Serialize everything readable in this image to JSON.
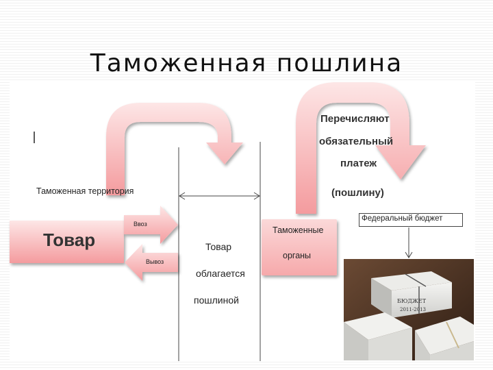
{
  "title": "Таможенная пошлина",
  "diagram": {
    "territory_label": "Таможенная территория",
    "goods_label": "Товар",
    "import_label": "Ввоз",
    "export_label": "Вывоз",
    "taxed_line1": "Товар",
    "taxed_line2": "облагается",
    "taxed_line3": "пошлиной",
    "customs_line1": "Таможенные",
    "customs_line2": "органы",
    "transfer_line1": "Перечисляют",
    "transfer_line2": "обязательный",
    "transfer_line3": "платеж",
    "transfer_line4": "(пошлину)",
    "budget_label": "Федеральный бюджет",
    "photo_box_line1": "БЮДЖЕТ",
    "photo_box_line2": "2011-2013"
  },
  "colors": {
    "arrow_fill": "#f7a6a8",
    "arrow_light": "#fde3e3",
    "box_fill": "#f6a9ab"
  }
}
